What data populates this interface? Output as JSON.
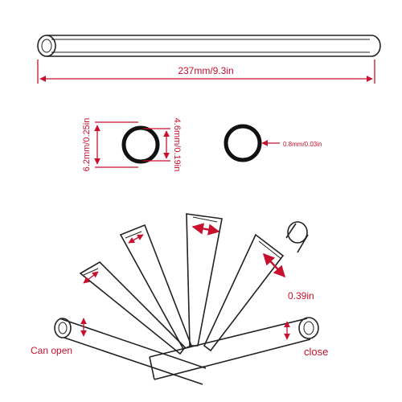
{
  "labels": {
    "length": "237mm/9.3in",
    "outer_diameter": "6.2mm/0.25in",
    "inner_diameter": "4.6mm/0.19in",
    "wall_thickness": "0.8mm/0.03in",
    "opening": "0.39in",
    "can_open": "Can open",
    "close": "close"
  },
  "colors": {
    "annotation": "#c8102e",
    "outline": "#222222"
  }
}
